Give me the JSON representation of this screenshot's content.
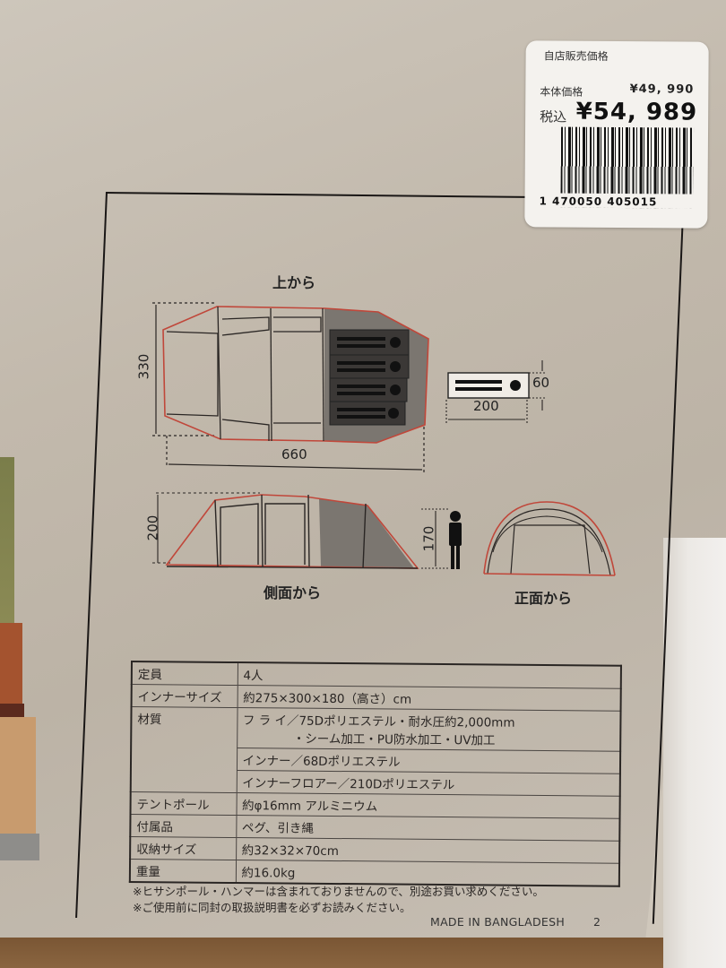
{
  "sticker": {
    "store_label": "自店販売価格",
    "base_label": "本体価格",
    "base_price": "¥49, 990",
    "tax_label": "税込",
    "tax_price": "¥54, 989",
    "barcode_number": "1 470050 405015"
  },
  "diagram": {
    "top_view_title": "上から",
    "top_width": "330",
    "top_length": "660",
    "sleeping_pad_length": "200",
    "sleeping_pad_width": "60",
    "side_view_title": "側面から",
    "side_height": "200",
    "person_height": "170",
    "front_view_title": "正面から"
  },
  "specs": [
    {
      "key": "定員",
      "value": "4人"
    },
    {
      "key": "インナーサイズ",
      "value": "約275×300×180（高さ）cm"
    },
    {
      "key": "材質",
      "value": "フ ラ イ／75Dポリエステル・耐水圧約2,000mm",
      "value2": "・シーム加工・PU防水加工・UV加工"
    },
    {
      "key": "",
      "value": "インナー／68Dポリエステル"
    },
    {
      "key": "",
      "value": "インナーフロアー／210Dポリエステル"
    },
    {
      "key": "テントポール",
      "value": "約φ16mm アルミニウム"
    },
    {
      "key": "付属品",
      "value": "ペグ、引き縄"
    },
    {
      "key": "収納サイズ",
      "value": "約32×32×70cm"
    },
    {
      "key": "重量",
      "value": "約16.0kg"
    }
  ],
  "notes": [
    "※ヒサシポール・ハンマーは含まれておりませんので、別途お買い求めください。",
    "※ご使用前に同封の取扱説明書を必ずお読みください。"
  ],
  "footer": {
    "made_in": "MADE IN BANGLADESH",
    "page_number": "2"
  },
  "colors": {
    "outline_red": "#c0473a",
    "fill_gray": "#7b7670",
    "ink": "#1f1c1a"
  }
}
